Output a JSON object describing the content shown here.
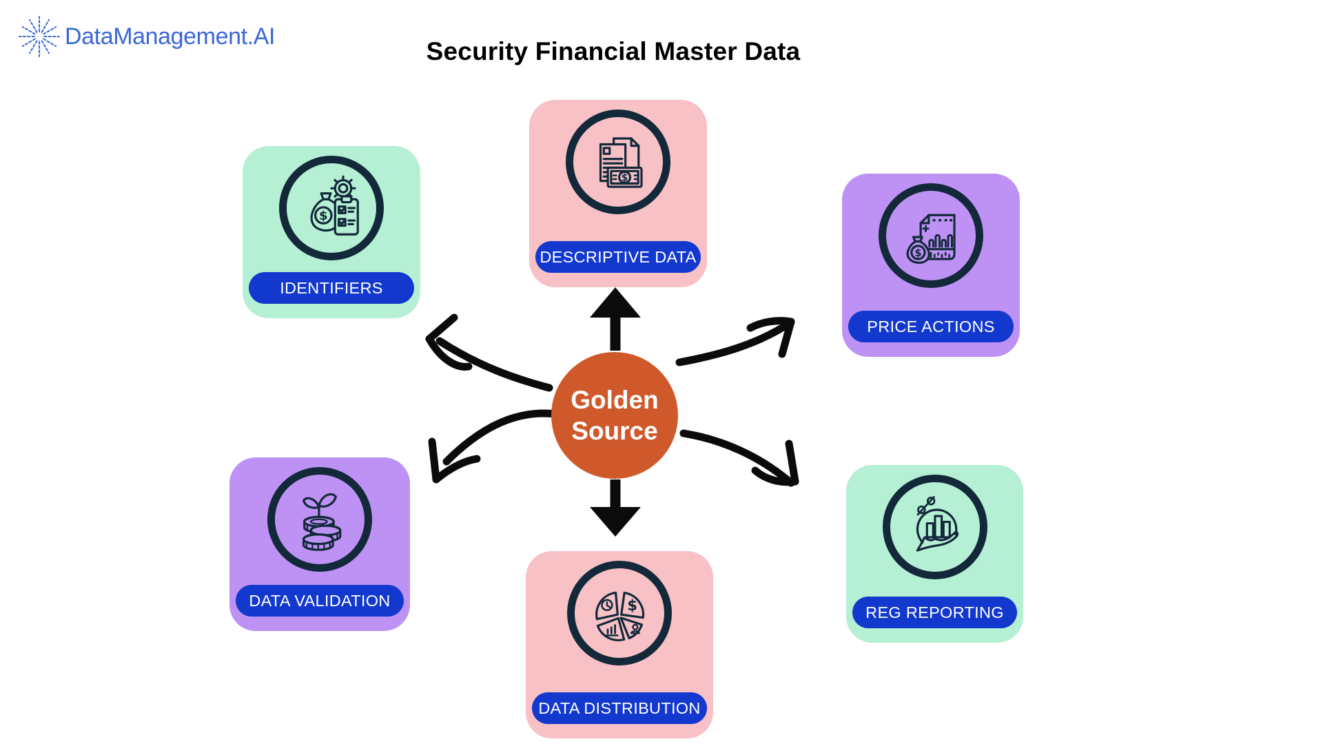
{
  "brand": {
    "name": "DataManagement.AI",
    "logo_color": "#3A67D7",
    "logo_icon": "starburst-icon"
  },
  "title": "Security Financial Master Data",
  "center": {
    "line1": "Golden",
    "line2": "Source",
    "bg_color": "#D0592C",
    "text_color": "#FFFFFF"
  },
  "nodes": [
    {
      "id": "identifiers",
      "label": "IDENTIFIERS",
      "bg_color": "#B5EFD4",
      "icon": "money-bag-gear-clipboard-icon",
      "position": "upper-left"
    },
    {
      "id": "descriptive-data",
      "label": "DESCRIPTIVE DATA",
      "bg_color": "#F7C1C5",
      "icon": "document-banknote-icon",
      "position": "top-center"
    },
    {
      "id": "price-actions",
      "label": "PRICE ACTIONS",
      "bg_color": "#BD92F4",
      "icon": "report-money-bag-icon",
      "position": "upper-right"
    },
    {
      "id": "data-validation",
      "label": "DATA VALIDATION",
      "bg_color": "#BD92F4",
      "icon": "coins-sprout-icon",
      "position": "lower-left"
    },
    {
      "id": "data-distribution",
      "label": "DATA DISTRIBUTION",
      "bg_color": "#F7C1C5",
      "icon": "pie-chart-segments-icon",
      "position": "bottom-center"
    },
    {
      "id": "reg-reporting",
      "label": "REG REPORTING",
      "bg_color": "#B5EFD4",
      "icon": "hand-bar-chart-percent-icon",
      "position": "lower-right"
    }
  ],
  "styles": {
    "pill_bg": "#1238CE",
    "pill_text_color": "#FFFFFF",
    "ring_color": "#13293A",
    "arrow_color": "#0B0B0B",
    "page_bg": "#FFFFFF",
    "title_color": "#000000"
  }
}
